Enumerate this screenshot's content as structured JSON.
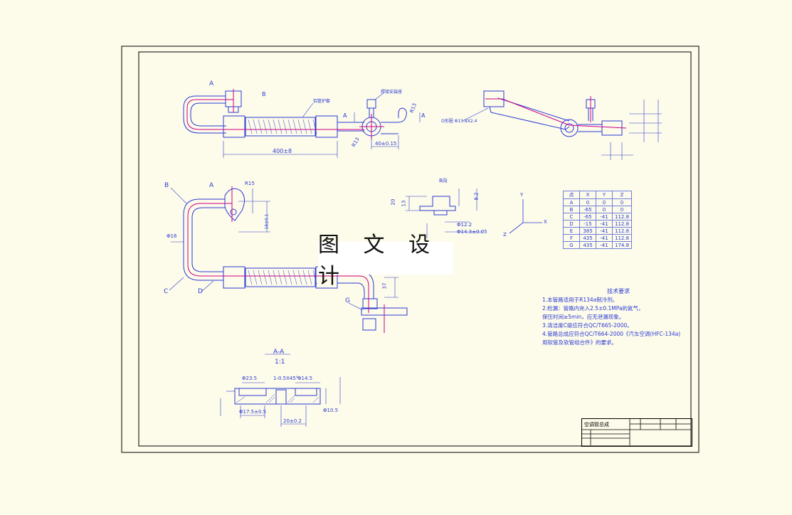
{
  "watermark": "图 文 设 计",
  "view_labels": {
    "A": "A",
    "B": "B",
    "C": "C",
    "D": "D",
    "G": "G",
    "section": "A-A",
    "scale": "1:1",
    "detail": "B向"
  },
  "dims": {
    "length_400": "400±8",
    "d40": "40±0.15",
    "r13": "R13",
    "r13b": "R13",
    "r15": "R15",
    "d16": "Φ16",
    "d12_2": "Φ12.2",
    "d14_3": "Φ14.3±0.05",
    "d10_5": "Φ10.5",
    "d17_5": "Φ17.5±0.5",
    "d23_5": "Φ23.5",
    "d14_5": "Φ14.5",
    "d20": "20±0.2",
    "d37": "37",
    "d20b": "20",
    "d13": "13",
    "d8_2": "8.2",
    "d18": "18±0.1",
    "cham": "1-0.5X45°",
    "oring": "O形圈 Φ13.8X2.4",
    "note1": "铝管护套",
    "note2": "焊接安装座"
  },
  "coord_table": {
    "headers": [
      "点",
      "X",
      "Y",
      "Z"
    ],
    "rows": [
      [
        "A",
        "0",
        "0",
        "0"
      ],
      [
        "B",
        "-65",
        "0",
        "0"
      ],
      [
        "C",
        "-65",
        "-41",
        "112.8"
      ],
      [
        "D",
        "-15",
        "-41",
        "112.8"
      ],
      [
        "E",
        "385",
        "-41",
        "112.8"
      ],
      [
        "F",
        "435",
        "-41",
        "112.8"
      ],
      [
        "G",
        "435",
        "-41",
        "174.8"
      ]
    ]
  },
  "axes": {
    "x": "X",
    "y": "Y",
    "z": "Z"
  },
  "notes": {
    "title": "技术要求",
    "lines": [
      "1.本管路适用于R134a制冷剂。",
      "2.检漏：管路内充入2.5±0.1MPa的氮气，",
      "   保压时间≥5min，应无泄漏现象。",
      "3.清洁度C级应符合QC/T665-2000。",
      "4.管路总成应符合QC/T664-2000《汽车空调(HFC-134a)",
      "   用软管及软管组合件》的要求。"
    ]
  },
  "title_block": {
    "name": "空调管总成"
  },
  "colors": {
    "frame": "#000000",
    "line": "#2b3bd6",
    "center": "#cc0088",
    "bg": "#fdfbe9"
  }
}
